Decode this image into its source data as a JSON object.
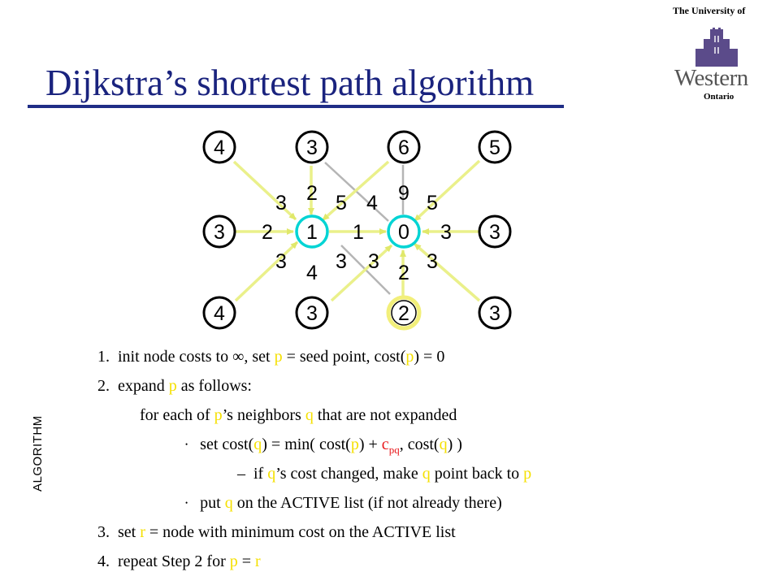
{
  "header": {
    "university_line": "The University of",
    "logo_name": "Western",
    "logo_sub": "Ontario",
    "title": "Dijkstra’s shortest path algorithm"
  },
  "side_label": "ALGORITHM",
  "colors": {
    "title": "#1a237e",
    "highlight_yellow": "#f5e000",
    "edge_red": "#e8161a",
    "node_cyan": "#00d4d4",
    "arrow_yellow": "#eaf08a"
  },
  "graph": {
    "nodes": {
      "top": [
        "4",
        "3",
        "6",
        "5"
      ],
      "middle": [
        "3",
        "1",
        "0",
        "3"
      ],
      "bottom": [
        "4",
        "3",
        "2",
        "3"
      ]
    },
    "edge_labels": [
      "3",
      "2",
      "5",
      "4",
      "9",
      "5",
      "2",
      "1",
      "3",
      "3",
      "3",
      "3",
      "3",
      "4",
      "2"
    ]
  },
  "steps": [
    {
      "num": "1.",
      "parts": [
        "init node costs to ∞, set ",
        "p",
        " = seed point, cost(",
        "p",
        ") = 0"
      ]
    },
    {
      "num": "2.",
      "parts": [
        "expand ",
        "p",
        " as follows:"
      ]
    },
    {
      "parts": [
        "for each of ",
        "p",
        "’s neighbors ",
        "q",
        " that are not expanded"
      ]
    },
    {
      "bullet": "•",
      "parts": [
        "set cost(",
        "q",
        ") = min( cost(",
        "p",
        ") + ",
        "c",
        "pq",
        ",  cost(",
        "q",
        ") )"
      ]
    },
    {
      "dash": "–",
      "parts": [
        "if ",
        "q",
        "’s cost changed, make ",
        "q",
        " point back to ",
        "p"
      ]
    },
    {
      "bullet": "•",
      "parts": [
        "put ",
        "q",
        " on the ACTIVE list   (if not already there)"
      ]
    },
    {
      "num": "3.",
      "parts": [
        "set ",
        "r",
        " = node with minimum cost on the ACTIVE list"
      ]
    },
    {
      "num": "4.",
      "parts": [
        "repeat Step 2 for ",
        "p",
        " = ",
        "r"
      ]
    }
  ]
}
